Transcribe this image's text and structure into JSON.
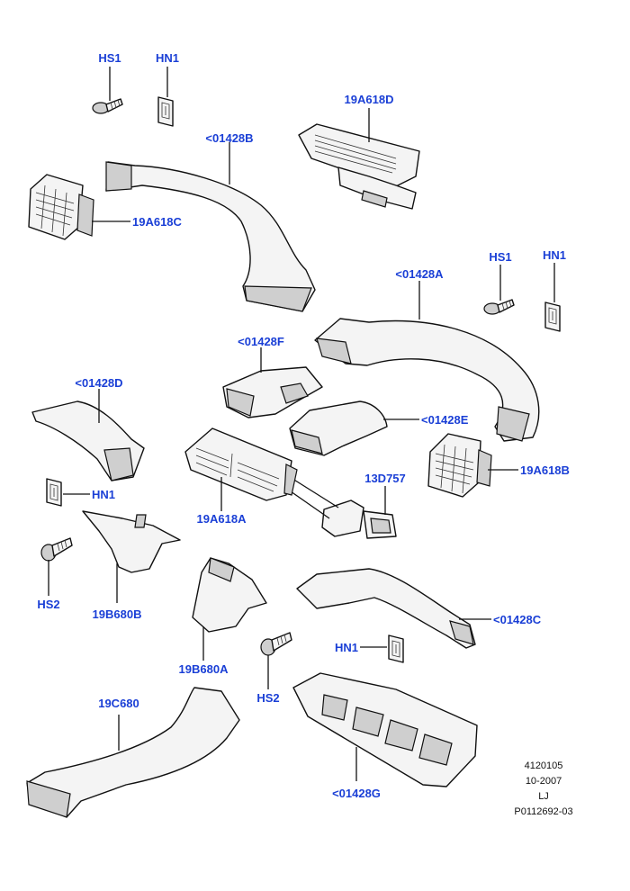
{
  "labels": {
    "hs1_top": "HS1",
    "hn1_top": "HN1",
    "p19A618D": "19A618D",
    "p01428B": "<01428B",
    "p19A618C": "19A618C",
    "hs1_right": "HS1",
    "hn1_right": "HN1",
    "p01428A": "<01428A",
    "p01428F": "<01428F",
    "p01428D": "<01428D",
    "p01428E": "<01428E",
    "p13D757": "13D757",
    "p19A618B": "19A618B",
    "hn1_left": "HN1",
    "p19A618A": "19A618A",
    "hs2_left": "HS2",
    "p19B680B": "19B680B",
    "p01428C": "<01428C",
    "hn1_mid": "HN1",
    "p19B680A": "19B680A",
    "hs2_mid": "HS2",
    "p19C680": "19C680",
    "p01428G": "<01428G"
  },
  "meta": {
    "number": "4120105",
    "date": "10-2007",
    "initials": "LJ",
    "ref": "P0112692-03"
  }
}
